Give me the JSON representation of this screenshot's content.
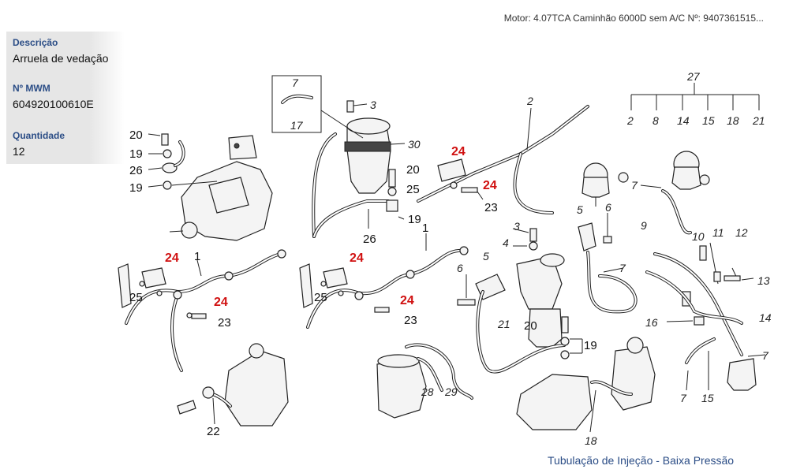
{
  "header": {
    "text": "Motor: 4.07TCA Caminhão 6000D sem A/C    Nº: 9407361515..."
  },
  "info": {
    "desc_label": "Descrição",
    "desc_value": "Arruela de vedação",
    "mwm_label": "Nº MWM",
    "mwm_value": "604920100610E",
    "qty_label": "Quantidade",
    "qty_value": "12"
  },
  "footer": {
    "title": "Tubulação de Injeção - Baixa Pressão"
  },
  "callouts": {
    "c1": "1",
    "c2": "2",
    "c3": "3",
    "c4": "4",
    "c5": "5",
    "c6": "6",
    "c7": "7",
    "c8": "8",
    "c9": "9",
    "c10": "10",
    "c11": "11",
    "c12": "12",
    "c13": "13",
    "c14": "14",
    "c15": "15",
    "c16": "16",
    "c17": "17",
    "c18": "18",
    "c19": "19",
    "c20": "20",
    "c21": "21",
    "c22": "22",
    "c23": "23",
    "c24": "24",
    "c25": "25",
    "c26": "26",
    "c27": "27",
    "c28": "28",
    "c29": "29",
    "c30": "30"
  }
}
